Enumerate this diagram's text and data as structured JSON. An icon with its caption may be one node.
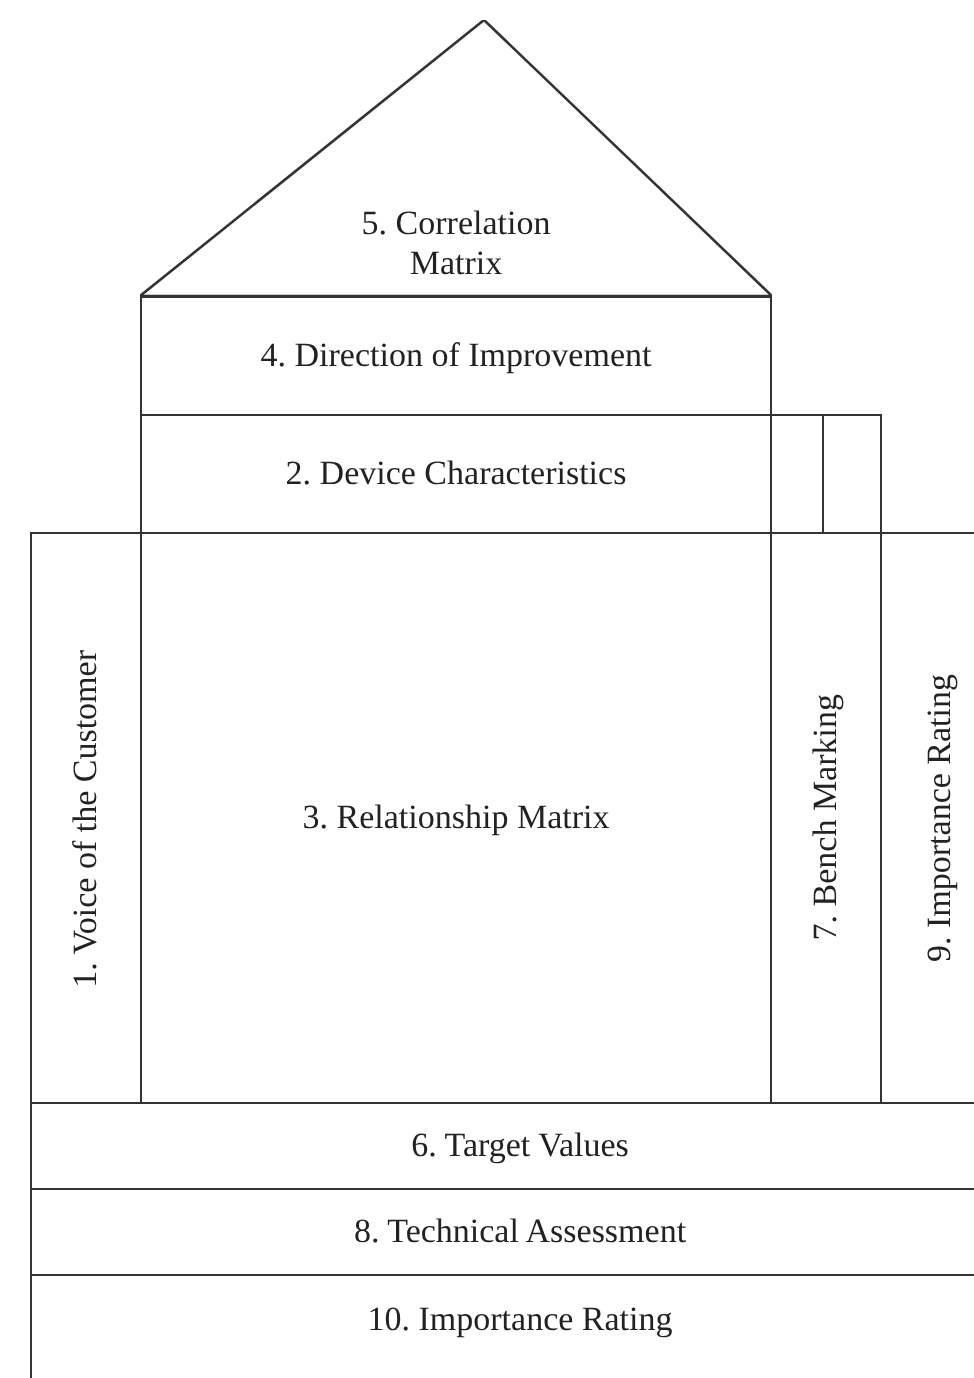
{
  "diagram": {
    "nodes": [
      {
        "text": [
          "5. Correlation Matrix"
        ]
      },
      {
        "text": [
          "4. Direction of Improvement"
        ]
      },
      {
        "text": [
          "2. Device Characteristics"
        ]
      },
      {
        "text": [],
        "shape": "box"
      },
      {
        "text": [],
        "shape": "box"
      },
      {
        "text": [
          "1. Voice of the Customer"
        ]
      },
      {
        "text": [
          "3. Relationship Matrix"
        ]
      },
      {
        "text": [
          "7. Bench Marking"
        ]
      },
      {
        "text": [
          "9. Importance Rating"
        ]
      },
      {
        "text": [
          "6. Target Values"
        ]
      },
      {
        "text": [
          "8. Technical Assessment"
        ]
      },
      {
        "text": [
          "10. Importance Rating"
        ]
      }
    ]
  }
}
